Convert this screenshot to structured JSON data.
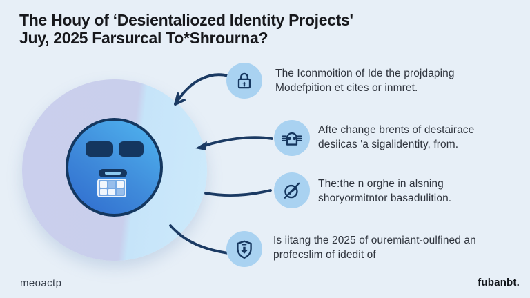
{
  "title": {
    "line1": "The Houy of ‘Desientaliozed Identity Projects'",
    "line2": "Juy, 2025 Farsurcal To*Shrourna?"
  },
  "bullets": [
    {
      "icon": "lock-icon",
      "line1": "The Iconmoition of Ide the projdaping",
      "line2": "Modefpition et cites or inmret."
    },
    {
      "icon": "head-plug-icon",
      "line1": "Afte change brents of destairace",
      "line2": "desiicas 'a sigalidentity, from."
    },
    {
      "icon": "crossed-circle-icon",
      "line1": "The:the n orghe in alsning",
      "line2": "shoryormitntor basadulition."
    },
    {
      "icon": "shield-download-icon",
      "line1": "Is iitang the 2025 of ouremiant-oulfined an",
      "line2": "profecslim of idedit of"
    }
  ],
  "footer": {
    "left_logo": "meoactp",
    "right_logo": "fubanbt."
  },
  "colors": {
    "background": "#e7eff7",
    "title_text": "#17181c",
    "body_text": "#2f343d",
    "navy_stroke": "#16375f",
    "arrow": "#1b3a63",
    "icon_circle_bg": "#a9d2f1",
    "outer_circle_left": "#c9cfec",
    "outer_circle_right": "#c6e4f9",
    "inner_circle_light": "#4fb2ee",
    "inner_circle_dark": "#2f6bce"
  }
}
